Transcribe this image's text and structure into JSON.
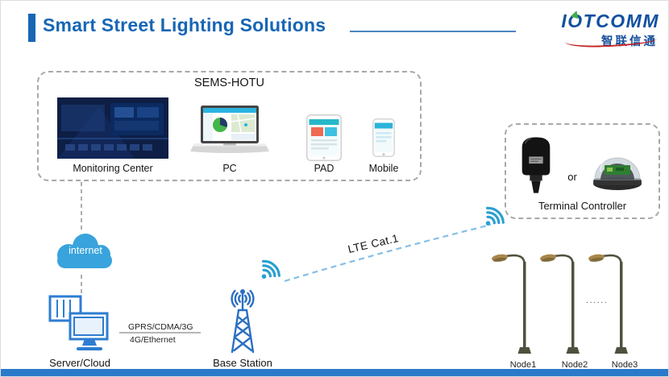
{
  "header": {
    "title": "Smart Street Lighting Solutions"
  },
  "logo": {
    "text": "IOTCOMM",
    "chinese": "智联信通"
  },
  "sems": {
    "title": "SEMS-HOTU",
    "items": [
      {
        "label": "Monitoring Center"
      },
      {
        "label": "PC"
      },
      {
        "label": "PAD"
      },
      {
        "label": "Mobile"
      }
    ]
  },
  "terminal": {
    "or_label": "or",
    "label": "Terminal Controller"
  },
  "network": {
    "internet": "internet",
    "server": "Server/Cloud",
    "link_line1": "GPRS/CDMA/3G",
    "link_line2": "4G/Ethernet",
    "base_station": "Base Station",
    "lte": "LTE Cat.1"
  },
  "nodes": {
    "dots": "......",
    "labels": [
      "Node1",
      "Node2",
      "Node3"
    ]
  },
  "colors": {
    "accent": "#1766b5",
    "cloud": "#38a3dc",
    "device_blue": "#2b7fd4",
    "wifi": "#2a9fd0",
    "bottom_bar": "#2b7ac9"
  }
}
